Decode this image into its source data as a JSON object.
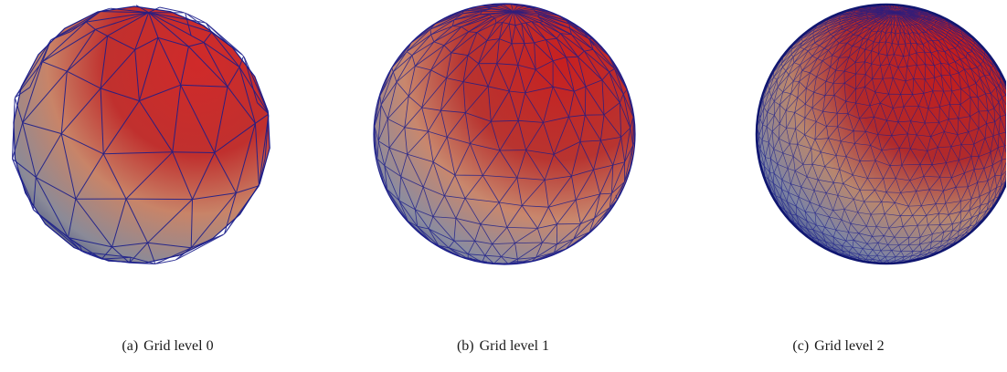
{
  "panels": [
    {
      "tag": "(a)",
      "label": "Grid level 0",
      "mesh_level": 0
    },
    {
      "tag": "(b)",
      "label": "Grid level 1",
      "mesh_level": 1
    },
    {
      "tag": "(c)",
      "label": "Grid level 2",
      "mesh_level": 2
    }
  ],
  "colors": {
    "warm": "#c62a2a",
    "mid": "#c8896d",
    "cool": "#4a5a8a",
    "edge": "#1a1d8a",
    "background": "#ffffff"
  }
}
